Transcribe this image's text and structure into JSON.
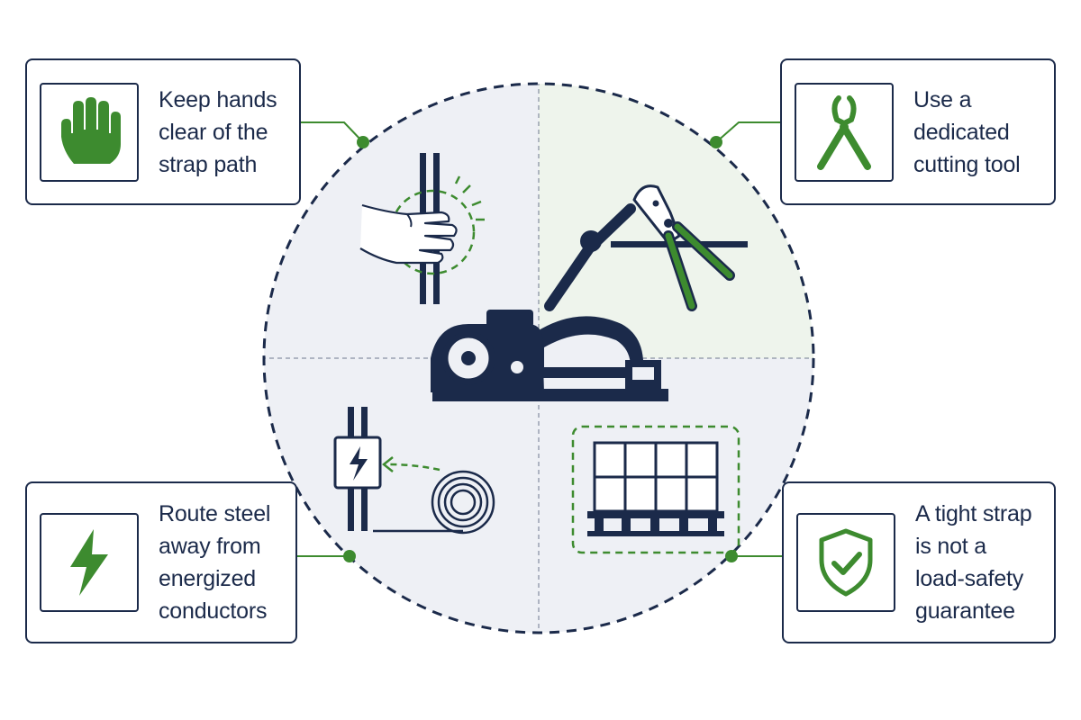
{
  "callouts": [
    {
      "id": "hands",
      "icon": "hand-stop-icon",
      "lines": [
        "Keep hands",
        "clear of the",
        "strap path"
      ]
    },
    {
      "id": "cutting",
      "icon": "cutter-icon",
      "lines": [
        "Use a",
        "dedicated",
        "cutting tool"
      ]
    },
    {
      "id": "electric",
      "icon": "lightning-icon",
      "lines": [
        "Route steel",
        "away from",
        "energized",
        "conductors"
      ]
    },
    {
      "id": "load",
      "icon": "shield-check-icon",
      "lines": [
        "A tight strap",
        "is not a",
        "load-safety",
        "guarantee"
      ]
    }
  ],
  "colors": {
    "navy": "#1b2a4a",
    "green": "#3d8b2f",
    "quadrant_gray": "#eef0f5",
    "quadrant_green": "#eef4ec"
  }
}
